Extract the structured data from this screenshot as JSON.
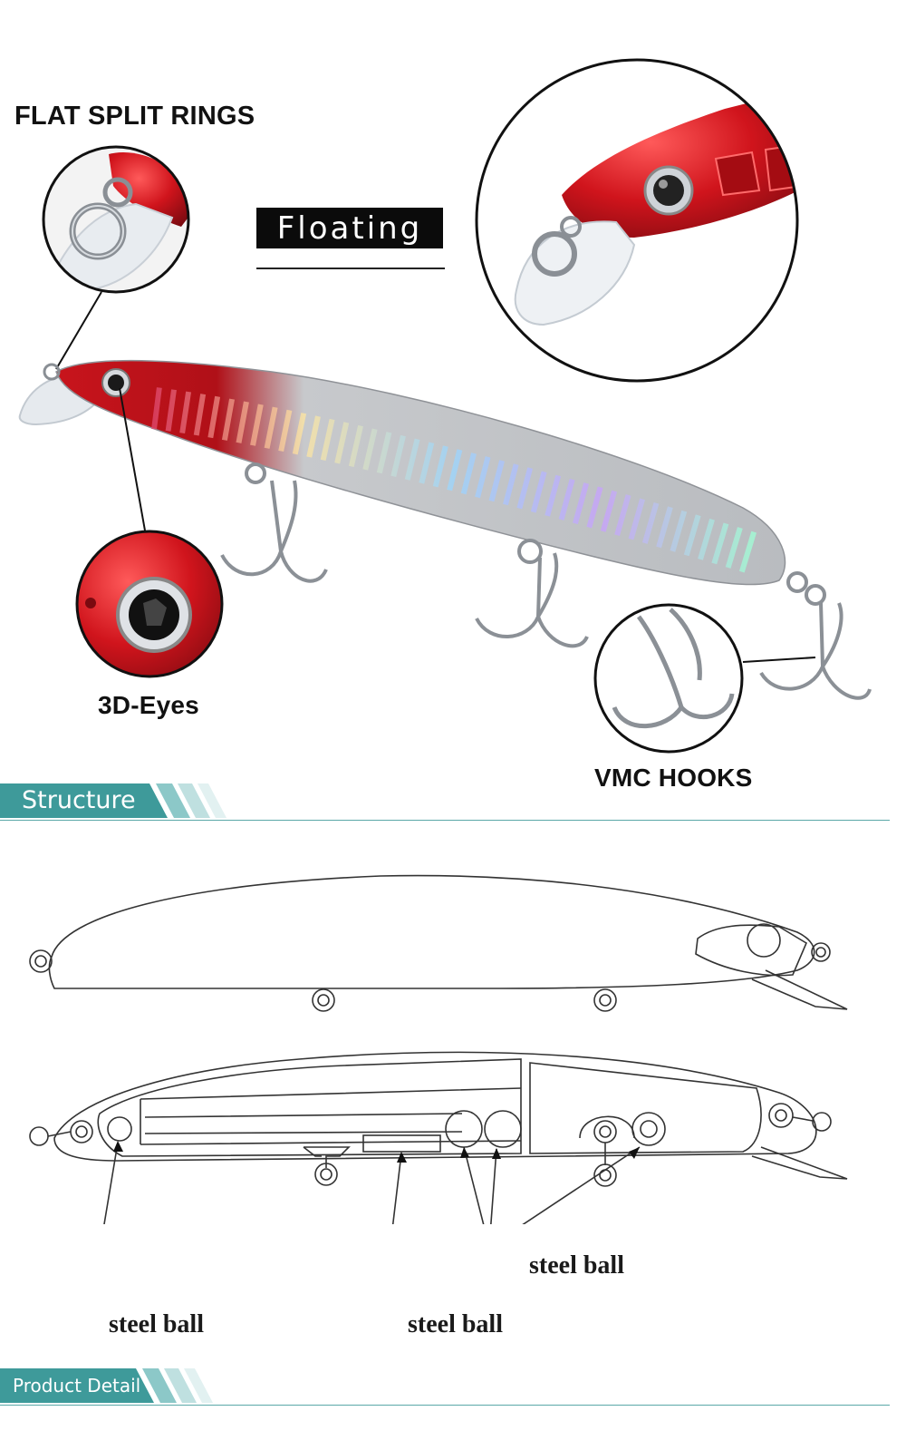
{
  "callouts": {
    "split_rings": "FLAT SPLIT RINGS",
    "eyes": "3D-Eyes",
    "hooks": "VMC HOOKS"
  },
  "badge": {
    "label": "Floating"
  },
  "sections": {
    "structure": "Structure",
    "product_detail": "Product Detail"
  },
  "diagram": {
    "label_left": "steel ball",
    "label_mid": "steel ball",
    "label_right": "steel ball"
  },
  "colors": {
    "teal": "#3e9a9a",
    "lure_red": "#c8141c",
    "lure_silver": "#b9bcc0"
  }
}
